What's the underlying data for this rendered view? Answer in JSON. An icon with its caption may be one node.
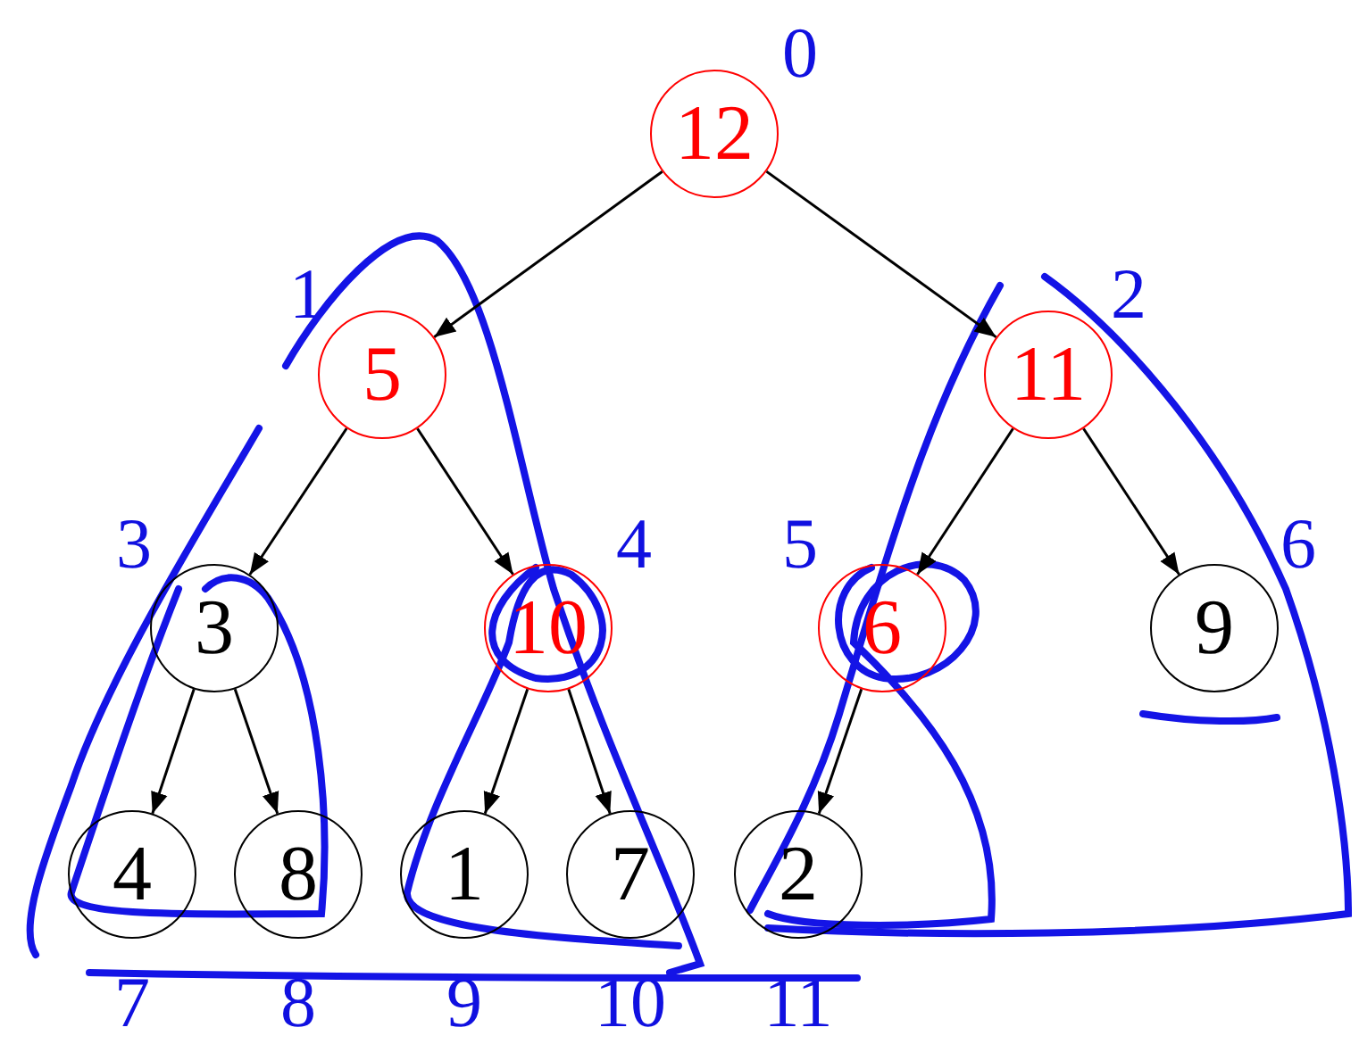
{
  "diagram": {
    "nodes": [
      {
        "text": [
          "12"
        ],
        "beside": [
          "0"
        ]
      },
      {
        "text": [
          "5"
        ],
        "beside": [
          "1"
        ]
      },
      {
        "text": [
          "11"
        ],
        "beside": [
          "2"
        ]
      },
      {
        "text": [
          "3"
        ],
        "beside": [
          "3"
        ]
      },
      {
        "text": [
          "10"
        ],
        "beside": [
          "4"
        ]
      },
      {
        "text": [
          "6"
        ],
        "beside": [
          "5"
        ]
      },
      {
        "text": [
          "9"
        ],
        "beside": [
          "6"
        ]
      },
      {
        "text": [
          "4"
        ],
        "beside": [
          "7"
        ]
      },
      {
        "text": [
          "8"
        ],
        "beside": [
          "8"
        ]
      },
      {
        "text": [
          "1"
        ],
        "beside": [
          "9"
        ]
      },
      {
        "text": [
          "7"
        ],
        "beside": [
          "10"
        ]
      },
      {
        "text": [
          "2"
        ],
        "beside": [
          "11"
        ]
      }
    ],
    "edges": [
      {
        "from": 0,
        "to": 1,
        "arrow": "to"
      },
      {
        "from": 0,
        "to": 2,
        "arrow": "to"
      },
      {
        "from": 1,
        "to": 3,
        "arrow": "to"
      },
      {
        "from": 1,
        "to": 4,
        "arrow": "to"
      },
      {
        "from": 2,
        "to": 5,
        "arrow": "to"
      },
      {
        "from": 2,
        "to": 6,
        "arrow": "to"
      },
      {
        "from": 3,
        "to": 7,
        "arrow": "to"
      },
      {
        "from": 3,
        "to": 8,
        "arrow": "to"
      },
      {
        "from": 4,
        "to": 9,
        "arrow": "to"
      },
      {
        "from": 4,
        "to": 10,
        "arrow": "to"
      },
      {
        "from": 5,
        "to": 11,
        "arrow": "to"
      }
    ]
  }
}
